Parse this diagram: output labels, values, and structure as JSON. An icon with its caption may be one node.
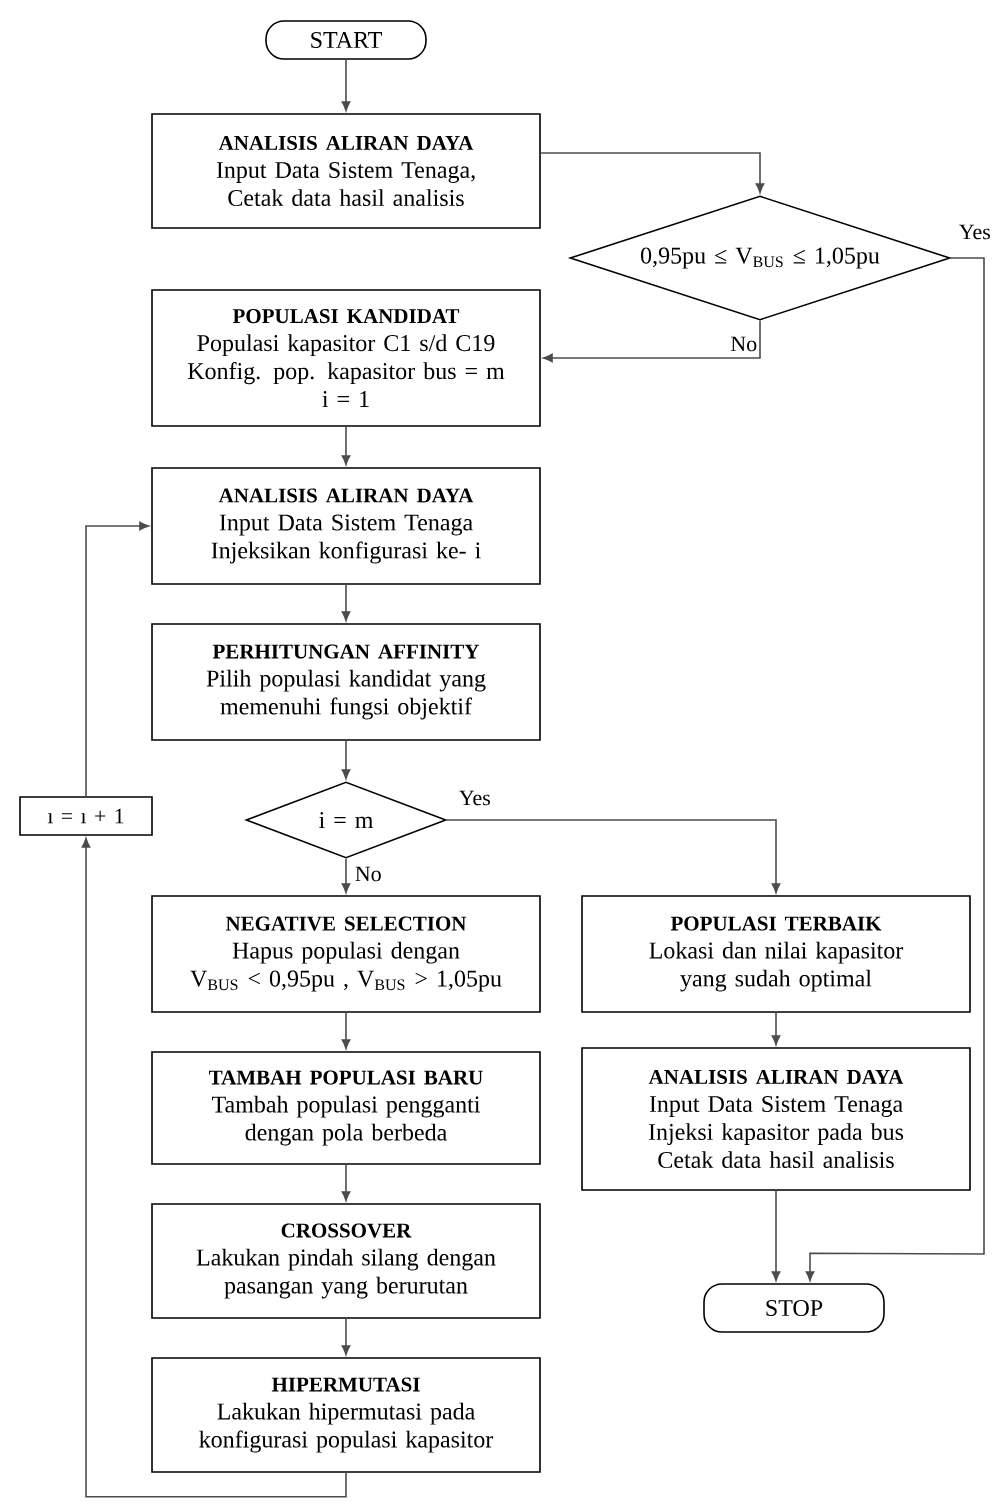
{
  "diagram": {
    "nodes": [
      {
        "text": [
          "START"
        ]
      },
      {
        "text": [
          "ANALISIS ALIRAN DAYA",
          "Input Data Sistem Tenaga,",
          "Cetak data hasil analisis"
        ]
      },
      {
        "text": [
          "0,95pu ≤ V$_{BUS}$ ≤ 1,05pu"
        ]
      },
      {
        "text": [
          "POPULASI KANDIDAT",
          "Populasi kapasitor C1 s/d C19",
          "Konfig. pop. kapasitor bus = m",
          "i = 1"
        ]
      },
      {
        "text": [
          "ANALISIS ALIRAN DAYA",
          "Input Data Sistem Tenaga",
          "Injeksikan konfigurasi ke- i"
        ]
      },
      {
        "text": [
          "PERHITUNGAN AFFINITY",
          "Pilih populasi kandidat yang memenuhi fungsi objektif"
        ]
      },
      {
        "text": [
          "i = m"
        ]
      },
      {
        "text": [
          "NEGATIVE SELECTION",
          "Hapus populasi dengan",
          "V$_{BUS}$ < 0,95pu , V$_{BUS}$ > 1,05pu"
        ]
      },
      {
        "text": [
          "POPULASI TERBAIK",
          "Lokasi dan nilai kapasitor yang sudah optimal"
        ]
      },
      {
        "text": [
          "TAMBAH POPULASI BARU",
          "Tambah populasi pengganti dengan pola berbeda"
        ]
      },
      {
        "text": [
          "ANALISIS ALIRAN DAYA",
          "Input Data Sistem Tenaga",
          "Injeksi kapasitor pada bus",
          "Cetak data hasil analisis"
        ]
      },
      {
        "text": [
          "CROSSOVER",
          "Lakukan pindah silang dengan pasangan yang berurutan"
        ]
      },
      {
        "text": [
          "STOP"
        ]
      },
      {
        "text": [
          "HIPERMUTASI",
          "Lakukan hipermutasi pada konfigurasi populasi kapasitor"
        ]
      },
      {
        "text": [
          "ı = ı + 1"
        ]
      }
    ],
    "edges": [
      {
        "from": 0,
        "to": 1,
        "arrow": "to"
      },
      {
        "from": 1,
        "to": 2,
        "arrow": "to"
      },
      {
        "from": 2,
        "to": 3,
        "arrow": "to",
        "label": "No"
      },
      {
        "from": 2,
        "to": 12,
        "arrow": "to",
        "label": "Yes"
      },
      {
        "from": 3,
        "to": 4,
        "arrow": "to"
      },
      {
        "from": 4,
        "to": 5,
        "arrow": "to"
      },
      {
        "from": 5,
        "to": 6,
        "arrow": "to"
      },
      {
        "from": 6,
        "to": 7,
        "arrow": "to",
        "label": "No"
      },
      {
        "from": 6,
        "to": 8,
        "arrow": "to",
        "label": "Yes"
      },
      {
        "from": 7,
        "to": 9,
        "arrow": "to"
      },
      {
        "from": 9,
        "to": 11,
        "arrow": "to"
      },
      {
        "from": 11,
        "to": 13,
        "arrow": "to"
      },
      {
        "from": 13,
        "to": 14,
        "arrow": "to"
      },
      {
        "from": 14,
        "to": 4,
        "arrow": "to"
      },
      {
        "from": 8,
        "to": 10,
        "arrow": "to"
      },
      {
        "from": 10,
        "to": 12,
        "arrow": "to"
      }
    ]
  }
}
